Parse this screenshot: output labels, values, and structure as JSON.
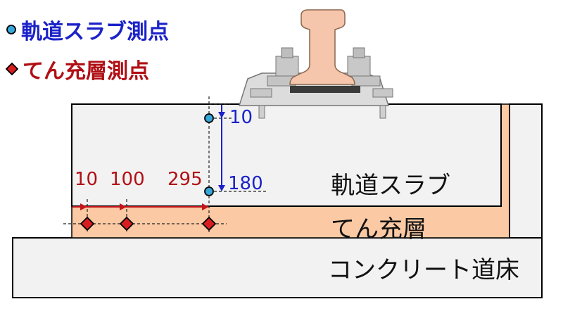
{
  "legend": {
    "slab_points": "軌道スラブ測点",
    "fill_points": "てん充層測点"
  },
  "layers": {
    "slab": "軌道スラブ",
    "fill": "てん充層",
    "bed": "コンクリート道床"
  },
  "dimensions": {
    "slab_depth_top": "10",
    "slab_depth_bottom": "180",
    "fill_offset_1": "10",
    "fill_offset_2": "100",
    "fill_offset_3": "295"
  },
  "colors": {
    "slab_marker": "#35a7d8",
    "fill_marker": "#d81d20",
    "fill_layer": "#fbc9a3",
    "slab": "#f2f2f2",
    "bed": "#f2f2f2",
    "rail": "#f5c6ab",
    "fastener": "#c8c8c8",
    "blue_text": "#1b22c8",
    "red_text": "#b01016"
  }
}
